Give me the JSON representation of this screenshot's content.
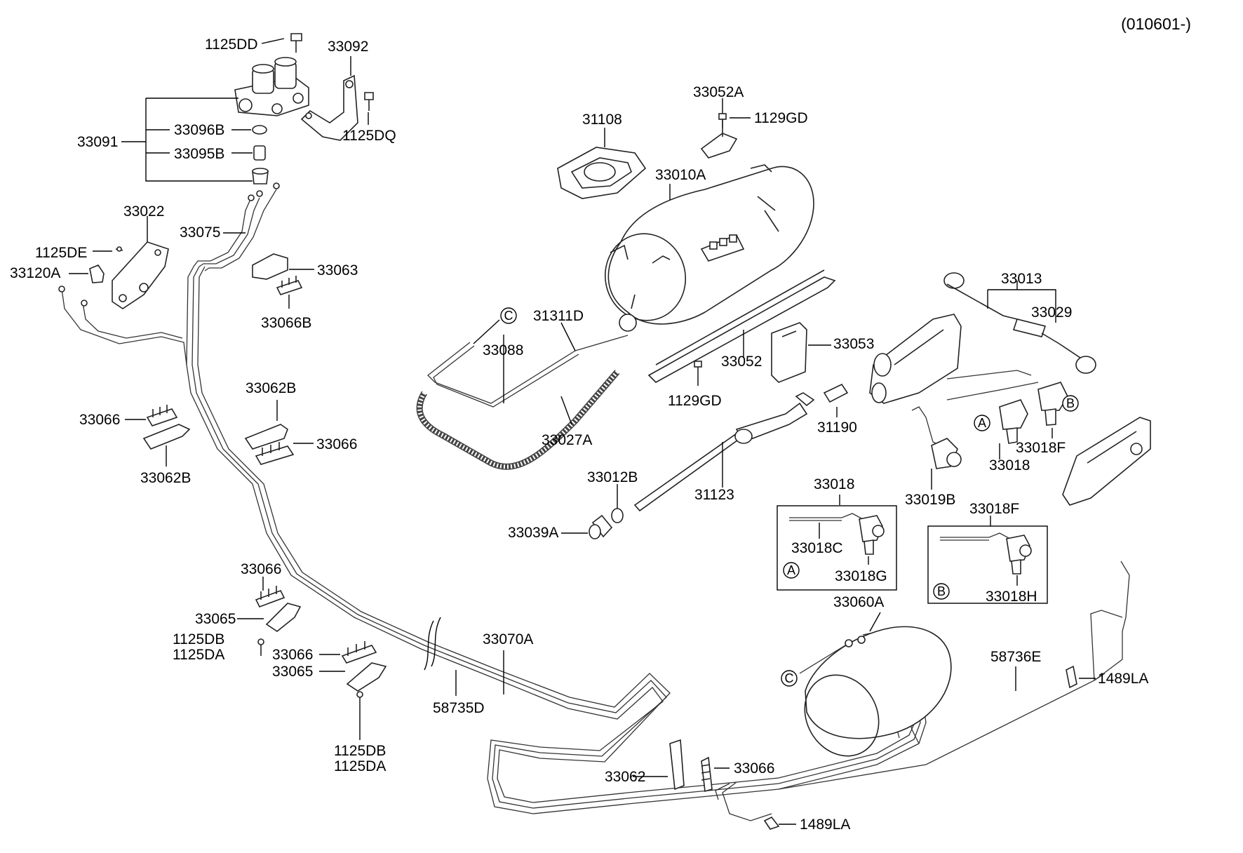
{
  "header": {
    "code": "(010601-)"
  },
  "labels": [
    "1125DD",
    "33092",
    "33091",
    "33096B",
    "33095B",
    "1125DQ",
    "33022",
    "1125DE",
    "33120A",
    "33075",
    "33063",
    "33066B",
    "31108",
    "33052A",
    "1129GD",
    "33010A",
    "31311D",
    "33088",
    "33027A",
    "33052",
    "33053",
    "1129GD",
    "33013",
    "33029",
    "31190",
    "33018F",
    "33018",
    "33019B",
    "33012B",
    "31123",
    "33039A",
    "33066",
    "33062B",
    "33062B",
    "33066",
    "33018",
    "33018C",
    "33018G",
    "33018F",
    "33018H",
    "33060A",
    "58736E",
    "1489LA",
    "33066",
    "33065",
    "1125DB",
    "1125DA",
    "33066",
    "33065",
    "33070A",
    "58735D",
    "1125DB",
    "1125DA",
    "33062",
    "33066",
    "1489LA"
  ],
  "callouts": {
    "a": "A",
    "b": "B",
    "c": "C"
  }
}
